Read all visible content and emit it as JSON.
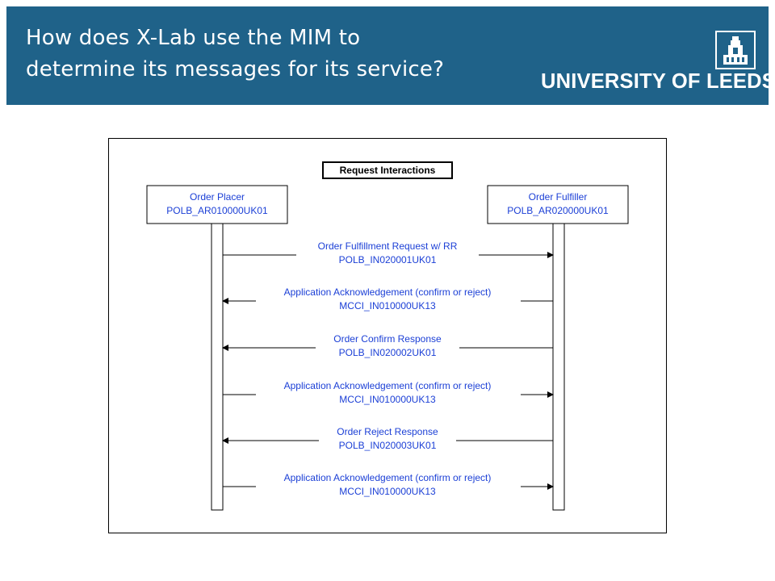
{
  "header": {
    "title_line1": "How does X-Lab use the MIM to",
    "title_line2": "determine its messages for its service?",
    "logo_text": "UNIVERSITY OF LEEDS",
    "background_color": "#1f6289"
  },
  "diagram": {
    "frame_title": "Request Interactions",
    "lifelines": [
      {
        "name": "Order Placer",
        "id": "POLB_AR010000UK01"
      },
      {
        "name": "Order Fulfiller",
        "id": "POLB_AR020000UK01"
      }
    ],
    "messages": [
      {
        "label": "Order Fulfillment Request w/ RR",
        "id": "POLB_IN020001UK01",
        "direction": "right"
      },
      {
        "label": "Application Acknowledgement (confirm or reject)",
        "id": "MCCI_IN010000UK13",
        "direction": "left"
      },
      {
        "label": "Order Confirm Response",
        "id": "POLB_IN020002UK01",
        "direction": "left"
      },
      {
        "label": "Application Acknowledgement (confirm or reject)",
        "id": "MCCI_IN010000UK13",
        "direction": "right"
      },
      {
        "label": "Order Reject Response",
        "id": "POLB_IN020003UK01",
        "direction": "left"
      },
      {
        "label": "Application Acknowledgement (confirm or reject)",
        "id": "MCCI_IN010000UK13",
        "direction": "right"
      }
    ],
    "text_color": "#1b3fd6"
  }
}
